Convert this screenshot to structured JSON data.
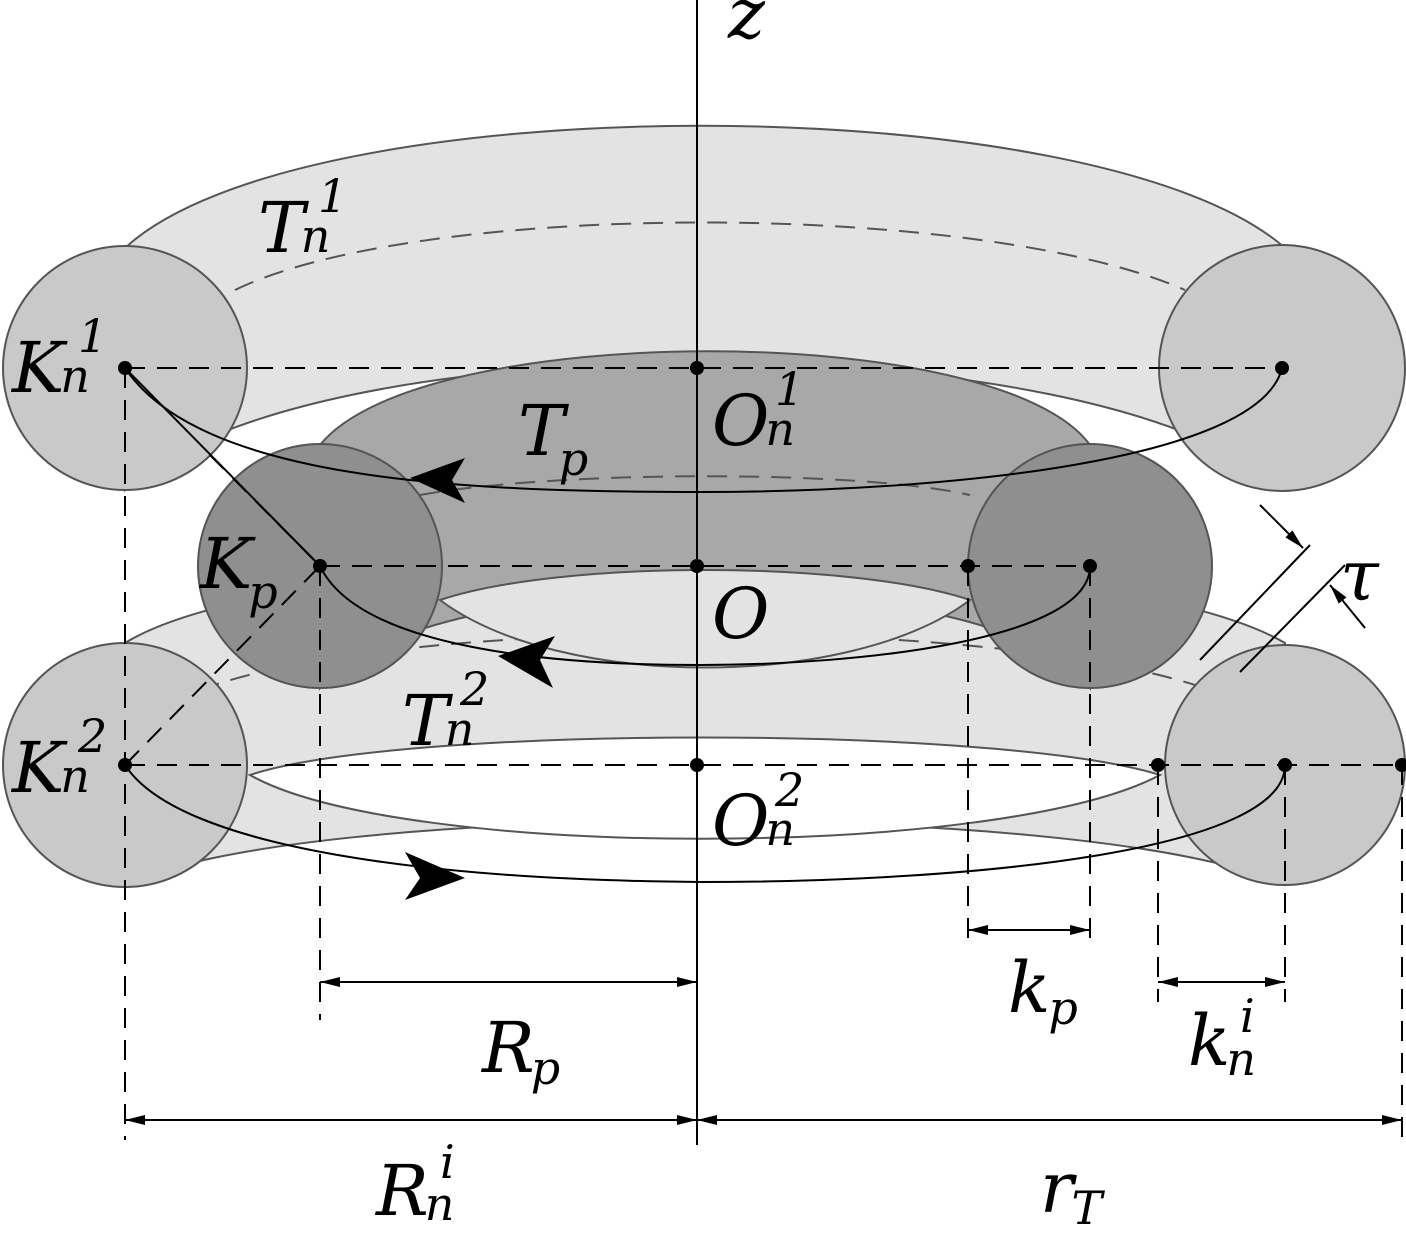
{
  "axis_label": "z",
  "tori": {
    "upper": {
      "base": "T",
      "sub": "n",
      "sup": "1"
    },
    "middle": {
      "base": "T",
      "sub": "p"
    },
    "lower": {
      "base": "T",
      "sub": "n",
      "sup": "2"
    }
  },
  "centers": {
    "upper": {
      "base": "O",
      "sub": "n",
      "sup": "1"
    },
    "middle": {
      "base": "O"
    },
    "lower": {
      "base": "O",
      "sub": "n",
      "sup": "2"
    }
  },
  "circles": {
    "upper": {
      "base": "K",
      "sub": "n",
      "sup": "1"
    },
    "middle": {
      "base": "K",
      "sub": "p"
    },
    "lower": {
      "base": "K",
      "sub": "n",
      "sup": "2"
    }
  },
  "gap": {
    "base": "τ"
  },
  "dimensions": {
    "Rp": {
      "base": "R",
      "sub": "p"
    },
    "Rn": {
      "base": "R",
      "sub": "n",
      "sup": "i"
    },
    "rT": {
      "base": "r",
      "sub": "T"
    },
    "kp": {
      "base": "k",
      "sub": "p"
    },
    "kn": {
      "base": "k",
      "sub": "n",
      "sup": "i"
    }
  },
  "colors": {
    "outer_torus_fill": "#e3e3e3",
    "outer_section_fill": "#c9c9c9",
    "inner_torus_fill": "#a8a8a8",
    "inner_section_fill": "#8f8f8f",
    "line": "#000000"
  }
}
